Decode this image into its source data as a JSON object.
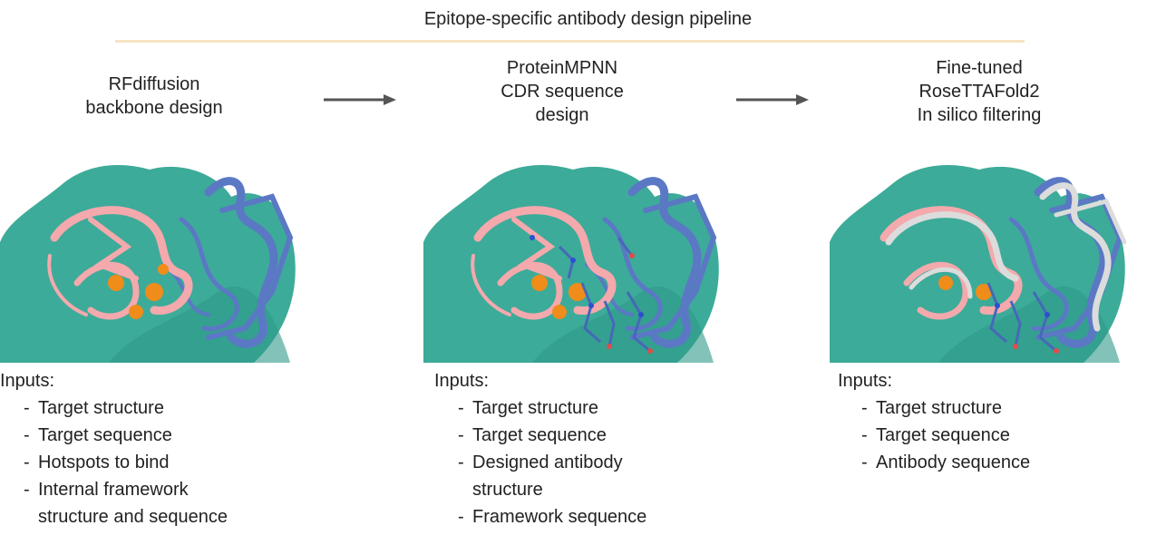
{
  "figure": {
    "title": "Epitope-specific antibody design pipeline"
  },
  "stages": [
    {
      "title": "RFdiffusion\nbackbone design",
      "inputs_heading": "Inputs:",
      "inputs": [
        "Target structure",
        "Target sequence",
        "Hotspots to bind",
        "Internal framework\nstructure and sequence"
      ]
    },
    {
      "title": "ProteinMPNN\nCDR sequence\ndesign",
      "inputs_heading": "Inputs:",
      "inputs": [
        "Target structure",
        "Target sequence",
        "Designed antibody\nstructure",
        "Framework sequence"
      ]
    },
    {
      "title": "Fine-tuned\nRoseTTAFold2\nIn silico filtering",
      "inputs_heading": "Inputs:",
      "inputs": [
        "Target structure",
        "Target sequence",
        "Antibody sequence"
      ]
    }
  ],
  "colors": {
    "target_surface": "#3dab99",
    "target_surface_dark": "#2f9a88",
    "designed_binder": "#f4a9ad",
    "antibody_framework": "#5b78c4",
    "hotspot": "#f08c1a",
    "refolded_model": "#dcdcdc",
    "title_rule": "#f7e4c4"
  }
}
